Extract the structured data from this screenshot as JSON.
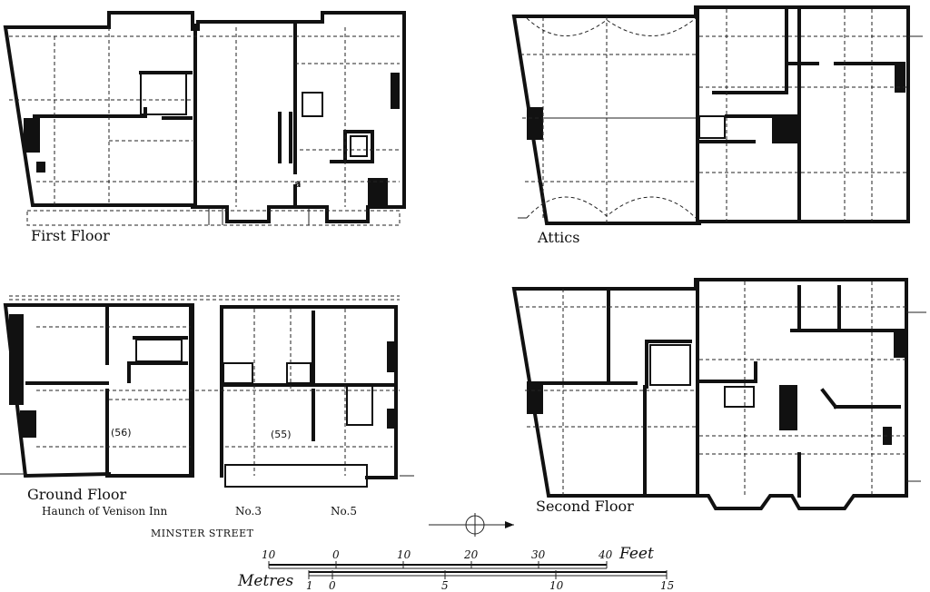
{
  "labels": {
    "first_floor": "First Floor",
    "attics": "Attics",
    "ground_floor": "Ground Floor",
    "second_floor": "Second Floor",
    "haunch": "Haunch of Venison Inn",
    "no3": "No.3",
    "no5": "No.5",
    "street": "MINSTER STREET",
    "mark_a": "a",
    "room_56": "(56)",
    "room_55": "(55)"
  },
  "scale": {
    "feet_unit": "Feet",
    "metres_unit": "Metres",
    "feet_ticks": [
      "10",
      "0",
      "10",
      "20",
      "30",
      "40"
    ],
    "metre_ticks": [
      "1",
      "0",
      "5",
      "10",
      "15"
    ]
  },
  "north_icon": "north-arrow-icon"
}
